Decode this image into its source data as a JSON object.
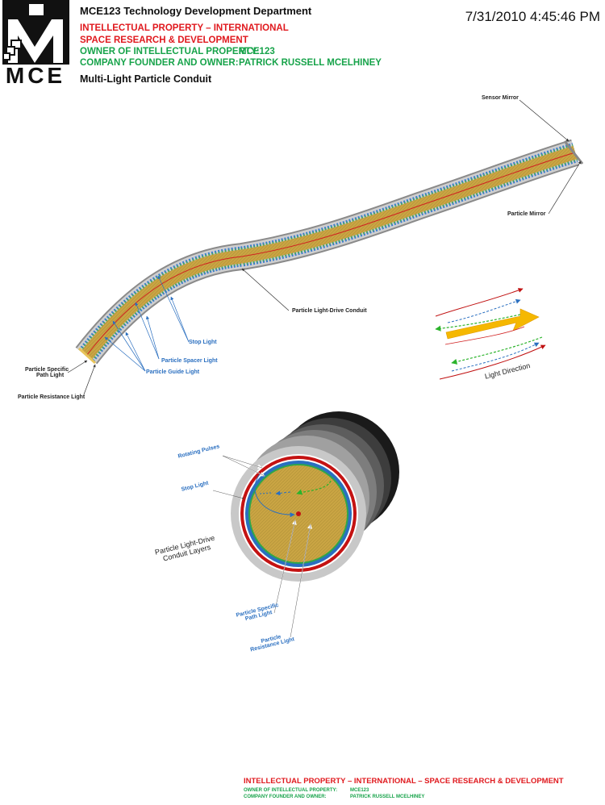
{
  "header": {
    "logo_text": "MCE",
    "title": "MCE123 Technology Development Department",
    "timestamp": "7/31/2010 4:45:46 PM",
    "ip_line1": "INTELLECTUAL PROPERTY – INTERNATIONAL",
    "ip_line2": "SPACE RESEARCH & DEVELOPMENT",
    "owner_label": "OWNER OF INTELLECTUAL PROPERTY:",
    "owner_value": "MCE123",
    "founder_label": "COMPANY FOUNDER AND OWNER:",
    "founder_value": "PATRICK RUSSELL MCELHINEY",
    "subtitle": "Multi-Light Particle Conduit"
  },
  "conduit_labels": {
    "sensor_mirror": "Sensor Mirror",
    "particle_mirror": "Particle Mirror",
    "light_drive_conduit": "Particle Light-Drive Conduit",
    "stop_light": "Stop Light",
    "spacer_light": "Particle Spacer Light",
    "guide_light": "Particle Guide Light",
    "specific_path_1": "Particle Specific",
    "specific_path_2": "Path Light",
    "resistance_light": "Particle Resistance Light"
  },
  "direction_label": "Light Direction",
  "cross_section_labels": {
    "rotating_pulses": "Rotating Pulses",
    "stop_light": "Stop Light",
    "layers_1": "Particle Light-Drive",
    "layers_2": "Conduit Layers",
    "specific_path_1": "Particle Specific",
    "specific_path_2": "Path Light",
    "resistance_1": "Particle",
    "resistance_2": "Resistance Light"
  },
  "footer": {
    "ip_line": "INTELLECTUAL PROPERTY – INTERNATIONAL – SPACE RESEARCH & DEVELOPMENT",
    "owner_label": "OWNER OF INTELLECTUAL PROPERTY:",
    "owner_value": "MCE123",
    "founder_label": "COMPANY FOUNDER AND OWNER:",
    "founder_value": "PATRICK RUSSELL MCELHINEY"
  },
  "colors": {
    "red": "#e0191e",
    "green": "#17a34a",
    "blue": "#2a6fc0",
    "conduit_fill": "#c9a443",
    "arrow_orange": "#f5b800"
  }
}
